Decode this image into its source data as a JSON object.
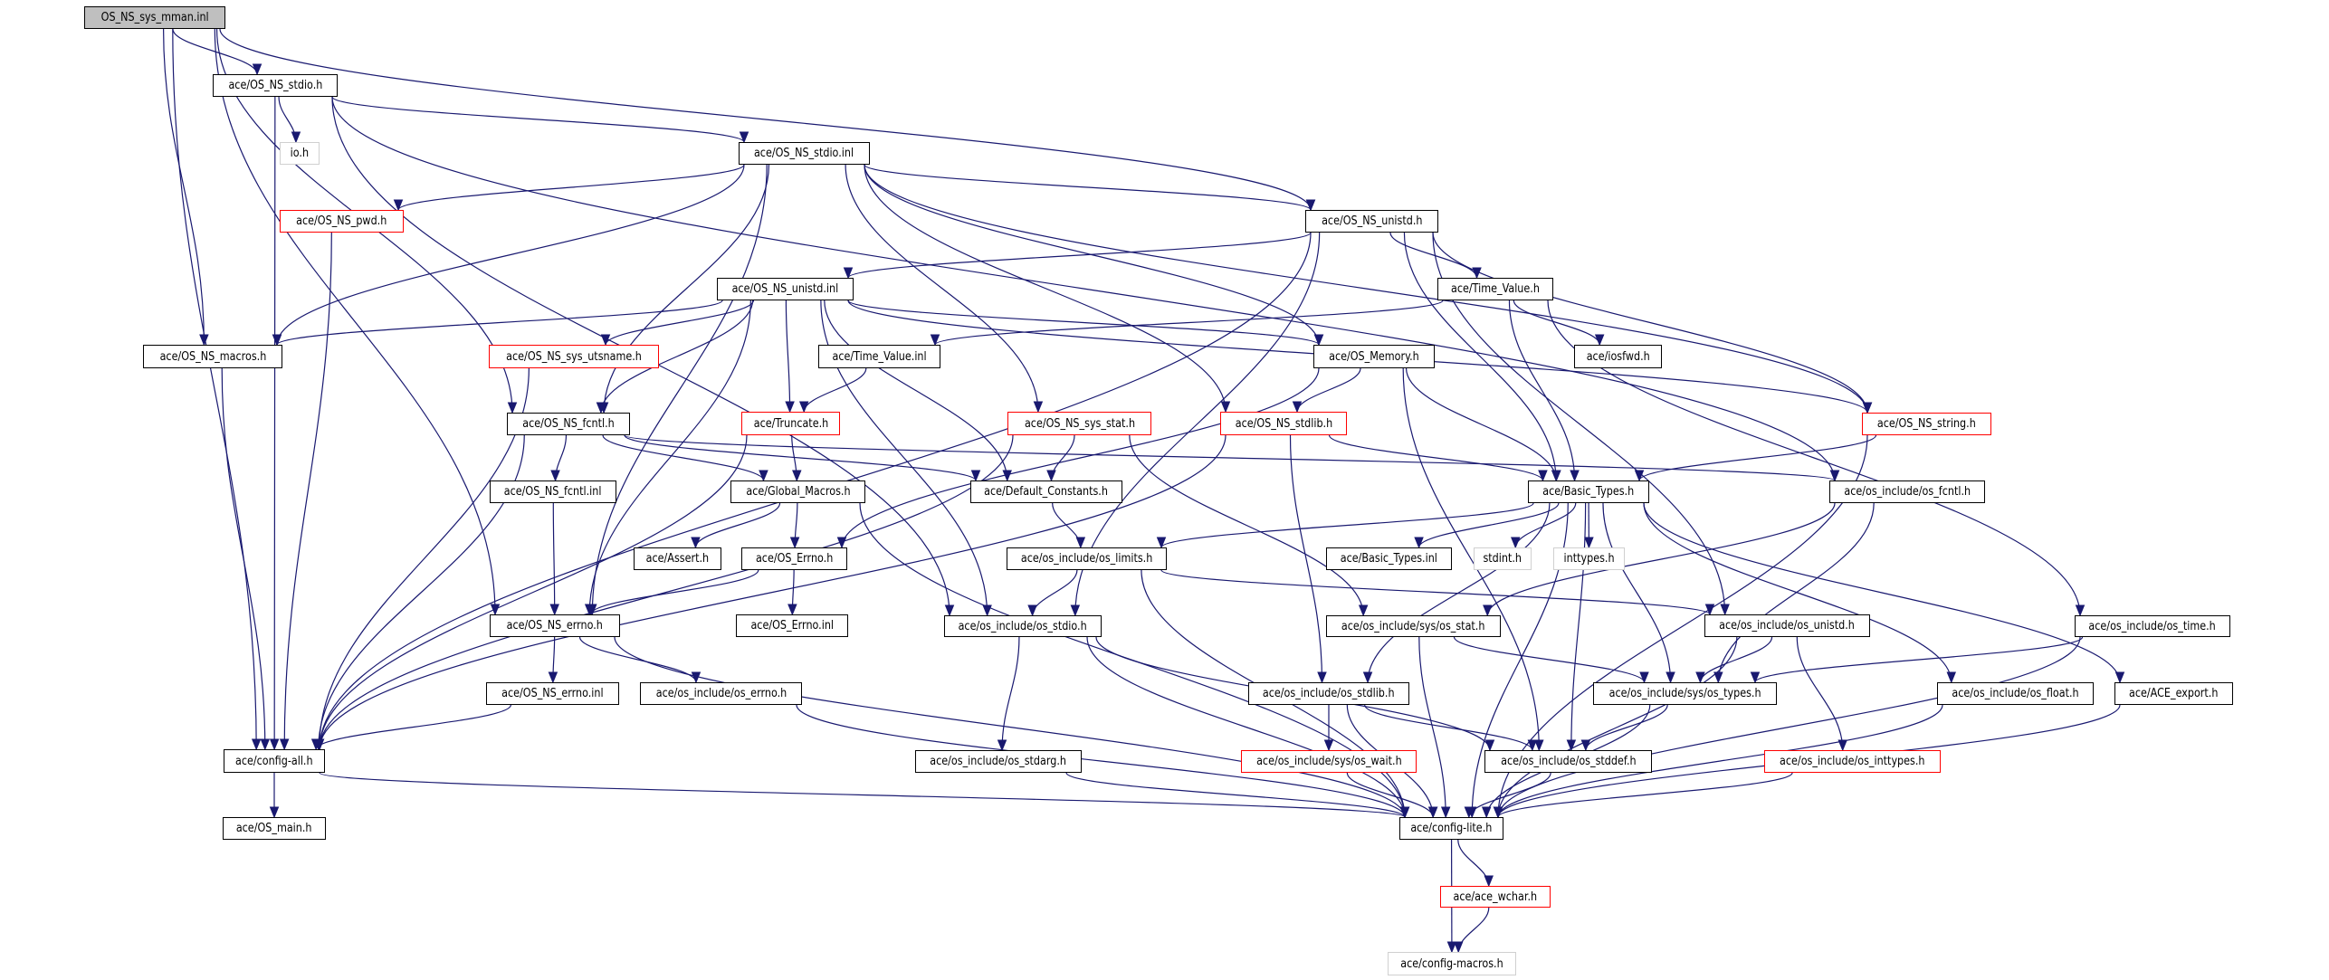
{
  "graph": {
    "title": "OS_NS_sys_mman.inl include dependency graph",
    "edge_color": "#191970",
    "legend_colors": {
      "root_fill": "#bfbfbf",
      "documented_border": "#000000",
      "undocumented_border": "#ff0000",
      "external_border": "#d0d0d0"
    },
    "nodes": [
      {
        "id": "n01",
        "label": "OS_NS_sys_mman.inl",
        "kind": "root"
      },
      {
        "id": "n02",
        "label": "ace/OS_NS_stdio.h",
        "kind": "documented"
      },
      {
        "id": "n03",
        "label": "io.h",
        "kind": "external"
      },
      {
        "id": "n04",
        "label": "ace/OS_NS_stdio.inl",
        "kind": "documented"
      },
      {
        "id": "n05",
        "label": "ace/OS_NS_pwd.h",
        "kind": "undocumented"
      },
      {
        "id": "n06",
        "label": "ace/OS_NS_unistd.h",
        "kind": "documented"
      },
      {
        "id": "n07",
        "label": "ace/OS_NS_unistd.inl",
        "kind": "documented"
      },
      {
        "id": "n08",
        "label": "ace/Time_Value.h",
        "kind": "documented"
      },
      {
        "id": "n09",
        "label": "ace/OS_NS_macros.h",
        "kind": "documented"
      },
      {
        "id": "n10",
        "label": "ace/OS_NS_sys_utsname.h",
        "kind": "undocumented"
      },
      {
        "id": "n11",
        "label": "ace/Time_Value.inl",
        "kind": "documented"
      },
      {
        "id": "n12",
        "label": "ace/OS_Memory.h",
        "kind": "documented"
      },
      {
        "id": "n13",
        "label": "ace/iosfwd.h",
        "kind": "documented"
      },
      {
        "id": "n14",
        "label": "ace/OS_NS_fcntl.h",
        "kind": "documented"
      },
      {
        "id": "n15",
        "label": "ace/Truncate.h",
        "kind": "undocumented"
      },
      {
        "id": "n16",
        "label": "ace/OS_NS_sys_stat.h",
        "kind": "undocumented"
      },
      {
        "id": "n17",
        "label": "ace/OS_NS_stdlib.h",
        "kind": "undocumented"
      },
      {
        "id": "n18",
        "label": "ace/OS_NS_string.h",
        "kind": "undocumented"
      },
      {
        "id": "n19",
        "label": "ace/OS_NS_fcntl.inl",
        "kind": "documented"
      },
      {
        "id": "n20",
        "label": "ace/Global_Macros.h",
        "kind": "documented"
      },
      {
        "id": "n21",
        "label": "ace/Default_Constants.h",
        "kind": "documented"
      },
      {
        "id": "n22",
        "label": "ace/Basic_Types.h",
        "kind": "documented"
      },
      {
        "id": "n23",
        "label": "ace/os_include/os_fcntl.h",
        "kind": "documented"
      },
      {
        "id": "n24",
        "label": "ace/Assert.h",
        "kind": "documented"
      },
      {
        "id": "n25",
        "label": "ace/OS_Errno.h",
        "kind": "documented"
      },
      {
        "id": "n26",
        "label": "ace/os_include/os_limits.h",
        "kind": "documented"
      },
      {
        "id": "n27",
        "label": "ace/Basic_Types.inl",
        "kind": "documented"
      },
      {
        "id": "n28",
        "label": "stdint.h",
        "kind": "external"
      },
      {
        "id": "n29",
        "label": "inttypes.h",
        "kind": "external"
      },
      {
        "id": "n30",
        "label": "ace/OS_NS_errno.h",
        "kind": "documented"
      },
      {
        "id": "n31",
        "label": "ace/OS_Errno.inl",
        "kind": "documented"
      },
      {
        "id": "n32",
        "label": "ace/os_include/os_stdio.h",
        "kind": "documented"
      },
      {
        "id": "n33",
        "label": "ace/os_include/sys/os_stat.h",
        "kind": "documented"
      },
      {
        "id": "n34",
        "label": "ace/os_include/os_unistd.h",
        "kind": "documented"
      },
      {
        "id": "n35",
        "label": "ace/os_include/os_time.h",
        "kind": "documented"
      },
      {
        "id": "n36",
        "label": "ace/OS_NS_errno.inl",
        "kind": "documented"
      },
      {
        "id": "n37",
        "label": "ace/os_include/os_errno.h",
        "kind": "documented"
      },
      {
        "id": "n38",
        "label": "ace/os_include/os_stdlib.h",
        "kind": "documented"
      },
      {
        "id": "n39",
        "label": "ace/os_include/sys/os_types.h",
        "kind": "documented"
      },
      {
        "id": "n40",
        "label": "ace/os_include/os_float.h",
        "kind": "documented"
      },
      {
        "id": "n41",
        "label": "ace/ACE_export.h",
        "kind": "documented"
      },
      {
        "id": "n42",
        "label": "ace/config-all.h",
        "kind": "documented"
      },
      {
        "id": "n43",
        "label": "ace/os_include/os_stdarg.h",
        "kind": "documented"
      },
      {
        "id": "n44",
        "label": "ace/os_include/sys/os_wait.h",
        "kind": "undocumented"
      },
      {
        "id": "n45",
        "label": "ace/os_include/os_stddef.h",
        "kind": "documented"
      },
      {
        "id": "n46",
        "label": "ace/os_include/os_inttypes.h",
        "kind": "undocumented"
      },
      {
        "id": "n47",
        "label": "ace/OS_main.h",
        "kind": "documented"
      },
      {
        "id": "n48",
        "label": "ace/config-lite.h",
        "kind": "documented"
      },
      {
        "id": "n49",
        "label": "ace/ace_wchar.h",
        "kind": "undocumented"
      },
      {
        "id": "n50",
        "label": "ace/config-macros.h",
        "kind": "external"
      }
    ],
    "edges": [
      [
        "n01",
        "n02"
      ],
      [
        "n01",
        "n06"
      ],
      [
        "n01",
        "n09"
      ],
      [
        "n01",
        "n14"
      ],
      [
        "n01",
        "n30"
      ],
      [
        "n01",
        "n42"
      ],
      [
        "n02",
        "n03"
      ],
      [
        "n02",
        "n04"
      ],
      [
        "n02",
        "n42"
      ],
      [
        "n02",
        "n32"
      ],
      [
        "n02",
        "n23"
      ],
      [
        "n04",
        "n05"
      ],
      [
        "n04",
        "n06"
      ],
      [
        "n04",
        "n09"
      ],
      [
        "n04",
        "n14"
      ],
      [
        "n04",
        "n30"
      ],
      [
        "n04",
        "n16"
      ],
      [
        "n04",
        "n17"
      ],
      [
        "n04",
        "n12"
      ],
      [
        "n04",
        "n18"
      ],
      [
        "n05",
        "n42"
      ],
      [
        "n06",
        "n07"
      ],
      [
        "n06",
        "n08"
      ],
      [
        "n06",
        "n22"
      ],
      [
        "n06",
        "n34"
      ],
      [
        "n06",
        "n42"
      ],
      [
        "n06",
        "n32"
      ],
      [
        "n06",
        "n18"
      ],
      [
        "n07",
        "n09"
      ],
      [
        "n07",
        "n10"
      ],
      [
        "n07",
        "n14"
      ],
      [
        "n07",
        "n15"
      ],
      [
        "n07",
        "n30"
      ],
      [
        "n07",
        "n21"
      ],
      [
        "n07",
        "n32"
      ],
      [
        "n07",
        "n12"
      ],
      [
        "n07",
        "n18"
      ],
      [
        "n08",
        "n11"
      ],
      [
        "n08",
        "n13"
      ],
      [
        "n08",
        "n22"
      ],
      [
        "n08",
        "n35"
      ],
      [
        "n11",
        "n15"
      ],
      [
        "n12",
        "n17"
      ],
      [
        "n12",
        "n22"
      ],
      [
        "n12",
        "n25"
      ],
      [
        "n12",
        "n45"
      ],
      [
        "n10",
        "n42"
      ],
      [
        "n09",
        "n42"
      ],
      [
        "n14",
        "n19"
      ],
      [
        "n14",
        "n20"
      ],
      [
        "n14",
        "n21"
      ],
      [
        "n14",
        "n23"
      ],
      [
        "n14",
        "n42"
      ],
      [
        "n15",
        "n20"
      ],
      [
        "n15",
        "n42"
      ],
      [
        "n16",
        "n21"
      ],
      [
        "n16",
        "n33"
      ],
      [
        "n16",
        "n42"
      ],
      [
        "n17",
        "n22"
      ],
      [
        "n17",
        "n38"
      ],
      [
        "n17",
        "n42"
      ],
      [
        "n18",
        "n22"
      ],
      [
        "n18",
        "n48"
      ],
      [
        "n19",
        "n30"
      ],
      [
        "n20",
        "n24"
      ],
      [
        "n20",
        "n25"
      ],
      [
        "n20",
        "n48"
      ],
      [
        "n21",
        "n26"
      ],
      [
        "n22",
        "n26"
      ],
      [
        "n22",
        "n27"
      ],
      [
        "n22",
        "n28"
      ],
      [
        "n22",
        "n29"
      ],
      [
        "n22",
        "n38"
      ],
      [
        "n22",
        "n39"
      ],
      [
        "n22",
        "n45"
      ],
      [
        "n22",
        "n40"
      ],
      [
        "n22",
        "n41"
      ],
      [
        "n22",
        "n48"
      ],
      [
        "n23",
        "n33"
      ],
      [
        "n23",
        "n39"
      ],
      [
        "n25",
        "n31"
      ],
      [
        "n25",
        "n30"
      ],
      [
        "n26",
        "n32"
      ],
      [
        "n26",
        "n34"
      ],
      [
        "n26",
        "n48"
      ],
      [
        "n30",
        "n36"
      ],
      [
        "n30",
        "n37"
      ],
      [
        "n30",
        "n48"
      ],
      [
        "n32",
        "n43"
      ],
      [
        "n32",
        "n45"
      ],
      [
        "n32",
        "n48"
      ],
      [
        "n33",
        "n39"
      ],
      [
        "n33",
        "n48"
      ],
      [
        "n34",
        "n39"
      ],
      [
        "n34",
        "n46"
      ],
      [
        "n34",
        "n48"
      ],
      [
        "n35",
        "n39"
      ],
      [
        "n35",
        "n48"
      ],
      [
        "n36",
        "n42"
      ],
      [
        "n37",
        "n48"
      ],
      [
        "n38",
        "n44"
      ],
      [
        "n38",
        "n45"
      ],
      [
        "n38",
        "n48"
      ],
      [
        "n39",
        "n45"
      ],
      [
        "n39",
        "n48"
      ],
      [
        "n40",
        "n48"
      ],
      [
        "n41",
        "n48"
      ],
      [
        "n42",
        "n47"
      ],
      [
        "n42",
        "n48"
      ],
      [
        "n43",
        "n48"
      ],
      [
        "n44",
        "n48"
      ],
      [
        "n45",
        "n48"
      ],
      [
        "n46",
        "n48"
      ],
      [
        "n48",
        "n49"
      ],
      [
        "n48",
        "n50"
      ],
      [
        "n49",
        "n50"
      ]
    ]
  }
}
